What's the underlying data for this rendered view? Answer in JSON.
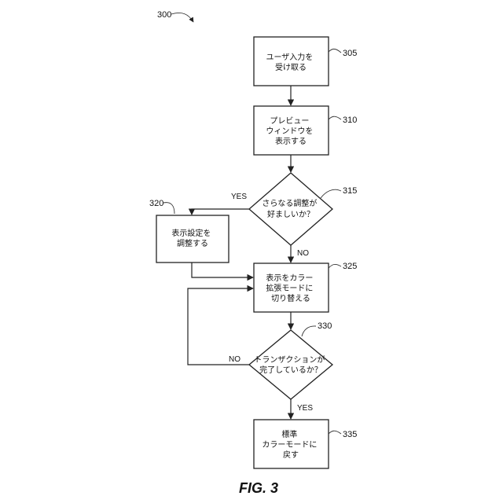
{
  "diagram": {
    "number": "300",
    "figure_caption": "FIG. 3",
    "steps": {
      "s305": {
        "ref": "305",
        "lines": [
          "ユーザ入力を",
          "受け取る"
        ]
      },
      "s310": {
        "ref": "310",
        "lines": [
          "プレビュー",
          "ウィンドウを",
          "表示する"
        ]
      },
      "s315": {
        "ref": "315",
        "lines": [
          "さらなる調整",
          "が",
          "好ましいか？"
        ]
      },
      "s320": {
        "ref": "320",
        "lines": [
          "表示設定を",
          "調整する"
        ]
      },
      "s325": {
        "ref": "325",
        "lines": [
          "表示をカラー",
          "拡張モードに",
          "切り替える"
        ]
      },
      "s330": {
        "ref": "330",
        "lines": [
          "トランザクションが",
          "完了しているか？"
        ]
      },
      "s335": {
        "ref": "335",
        "lines": [
          "標準",
          "カラーモードに",
          "戻す"
        ]
      }
    },
    "branches": {
      "d315_yes": "YES",
      "d315_no": "NO",
      "d330_no": "NO",
      "d330_yes": "YES"
    }
  }
}
